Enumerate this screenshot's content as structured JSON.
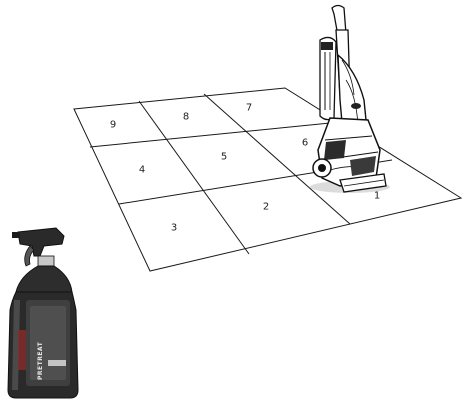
{
  "grid": {
    "sections": [
      {
        "id": "section-1",
        "label": "1"
      },
      {
        "id": "section-2",
        "label": "2"
      },
      {
        "id": "section-3",
        "label": "3"
      },
      {
        "id": "section-4",
        "label": "4"
      },
      {
        "id": "section-5",
        "label": "5"
      },
      {
        "id": "section-6",
        "label": "6"
      },
      {
        "id": "section-7",
        "label": "7"
      },
      {
        "id": "section-8",
        "label": "8"
      },
      {
        "id": "section-9",
        "label": "9"
      }
    ]
  },
  "bottle": {
    "label_vertical": "PRETREAT"
  },
  "icons": {
    "machine": "upright-carpet-cleaner-icon",
    "bottle": "spray-bottle-icon"
  },
  "colors": {
    "line": "#1a1a1a",
    "bottle_body": "#2a2a2a",
    "machine_outline": "#111111"
  }
}
